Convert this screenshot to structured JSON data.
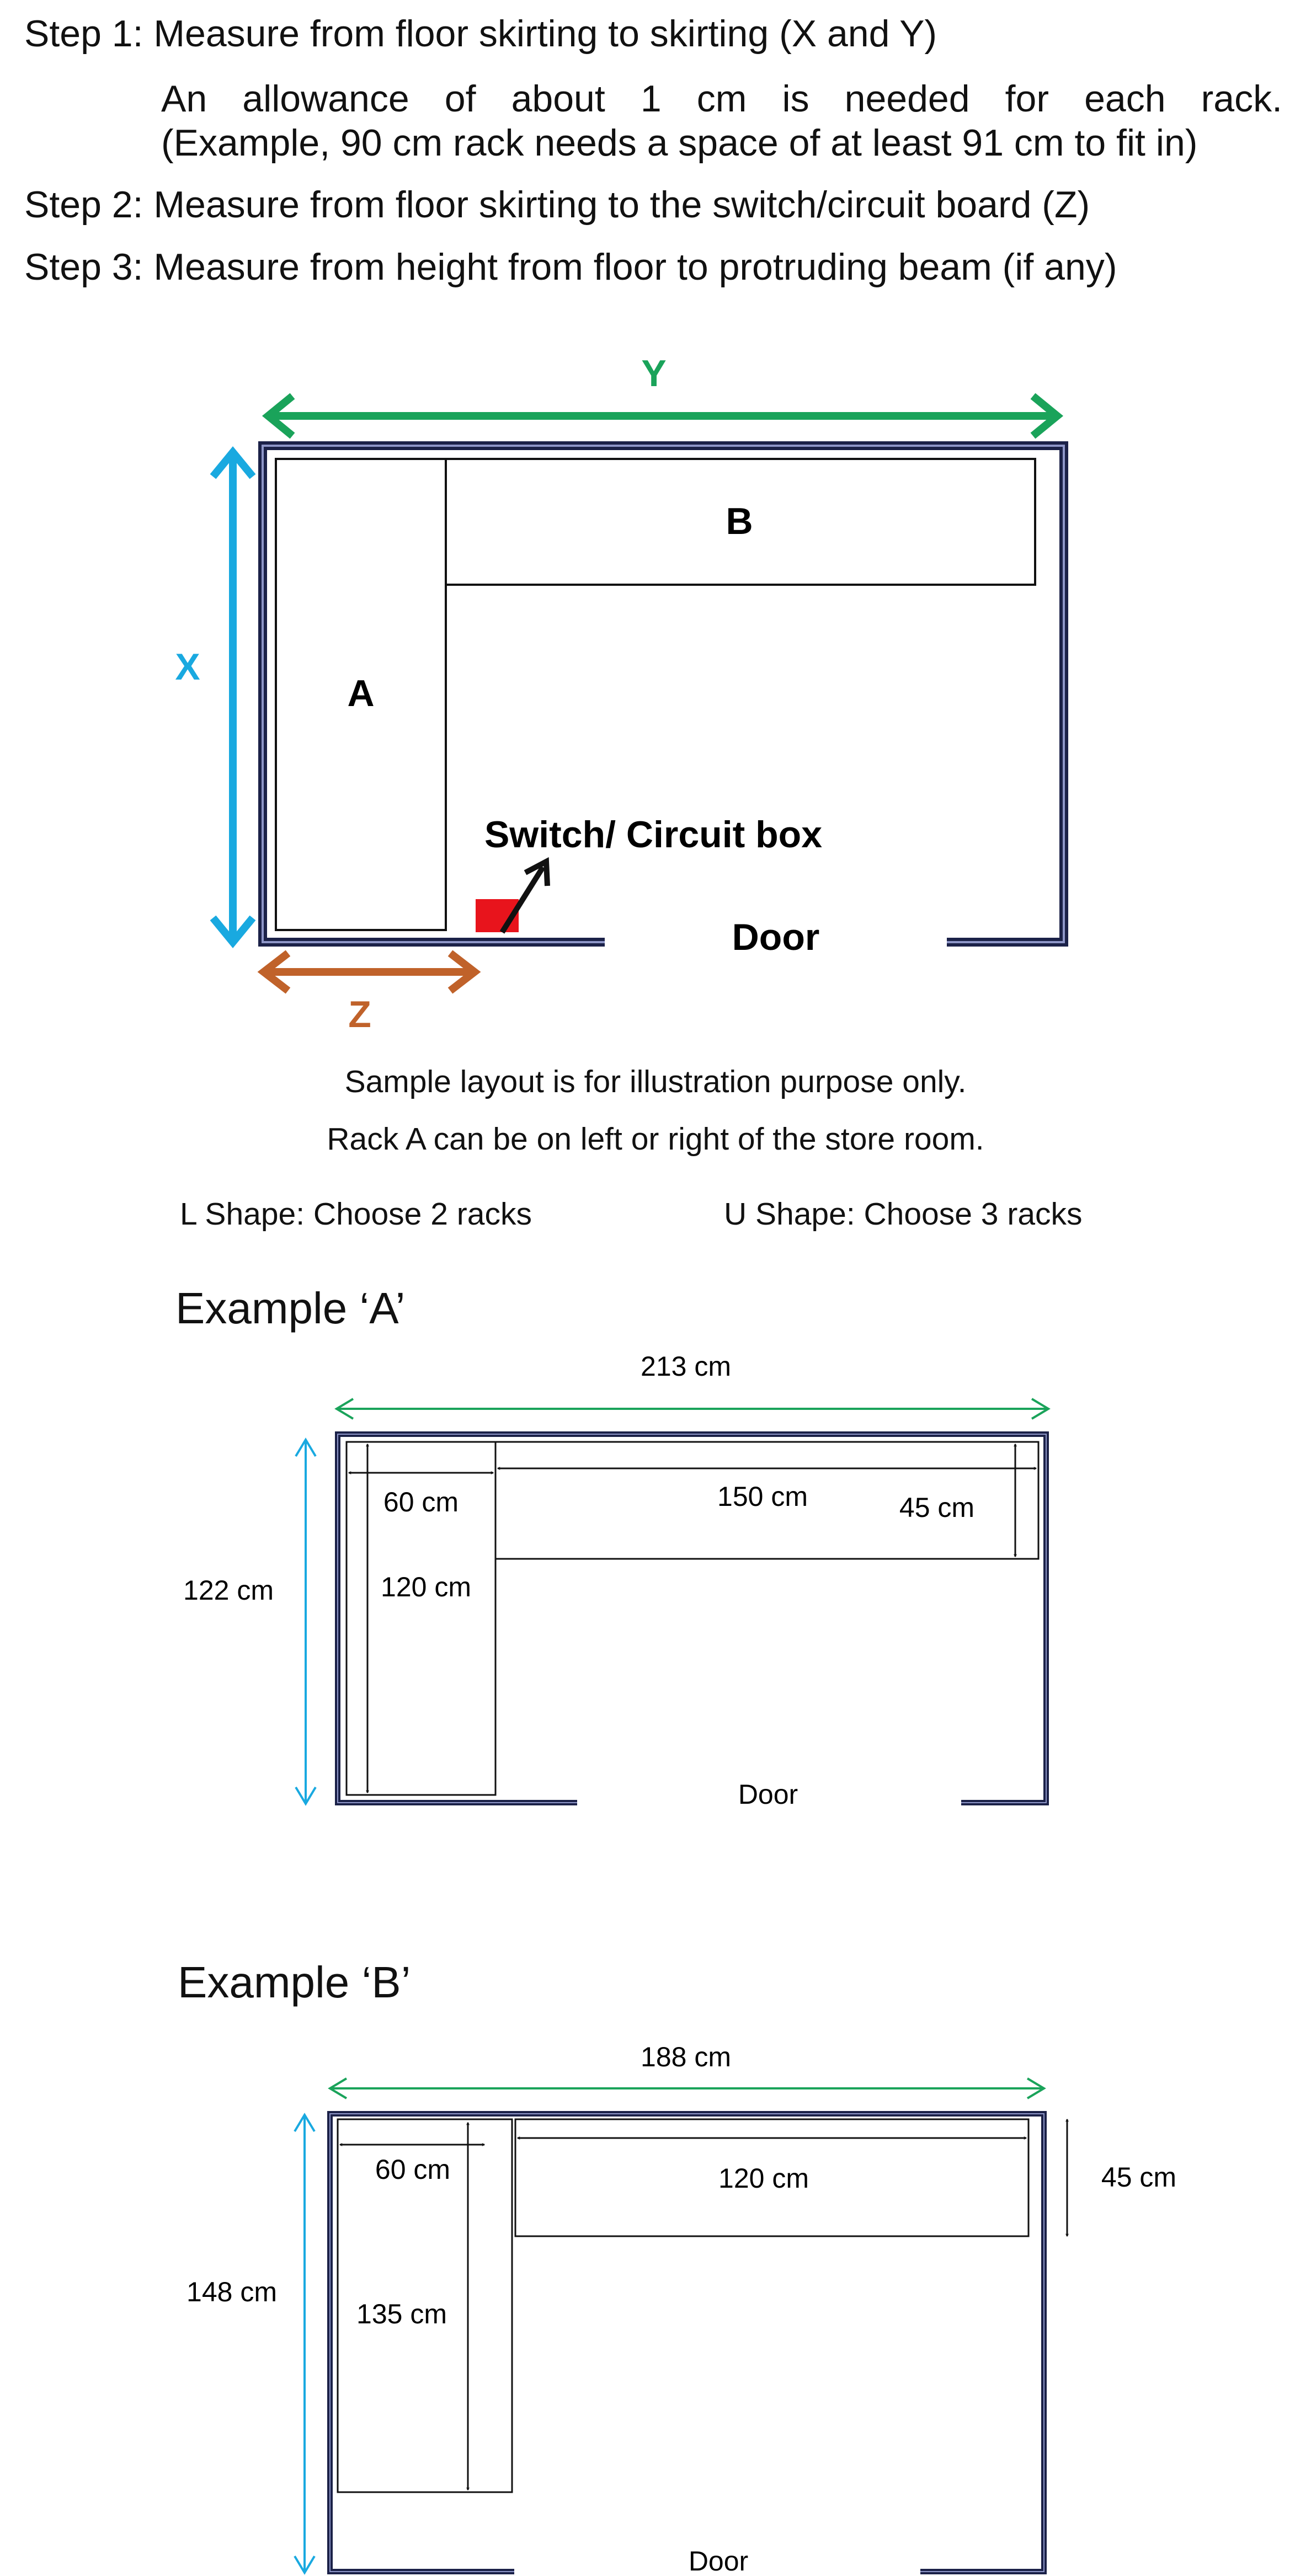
{
  "steps": {
    "step1": "Step 1: Measure from floor skirting to skirting (X and Y)",
    "note1": "An allowance of about 1 cm is needed for each rack.",
    "note2": "(Example, 90 cm rack needs a space of at least 91 cm to fit in)",
    "step2": "Step 2: Measure from floor skirting to the switch/circuit board (Z)",
    "step3": "Step 3: Measure from height from floor to protruding beam (if any)"
  },
  "layout": {
    "label_y": "Y",
    "label_x": "X",
    "label_z": "Z",
    "rack_a": "A",
    "rack_b": "B",
    "switch": "Switch/ Circuit box",
    "door": "Door"
  },
  "notes": {
    "illustration": "Sample layout is for illustration purpose only.",
    "rack_side": "Rack A can be on left or right of the store room."
  },
  "shapes": {
    "l_shape": "L Shape: Choose 2 racks",
    "u_shape": "U Shape: Choose 3 racks"
  },
  "example_a": {
    "title": "Example ‘A’",
    "width": "213 cm",
    "height": "122 cm",
    "rack_a_width": "60 cm",
    "rack_a_length": "120 cm",
    "rack_b_length": "150 cm",
    "rack_b_depth": "45 cm",
    "door": "Door"
  },
  "example_b": {
    "title": "Example ‘B’",
    "width": "188 cm",
    "height": "148 cm",
    "rack_a_width": "60 cm",
    "rack_a_length": "135 cm",
    "rack_b_length": "120 cm",
    "rack_b_depth": "45 cm",
    "door": "Door"
  },
  "colors": {
    "green": "#1aa35a",
    "blue": "#19a9e0",
    "orange": "#c0622a",
    "red": "#e8141c",
    "wall": "#1b2148"
  }
}
